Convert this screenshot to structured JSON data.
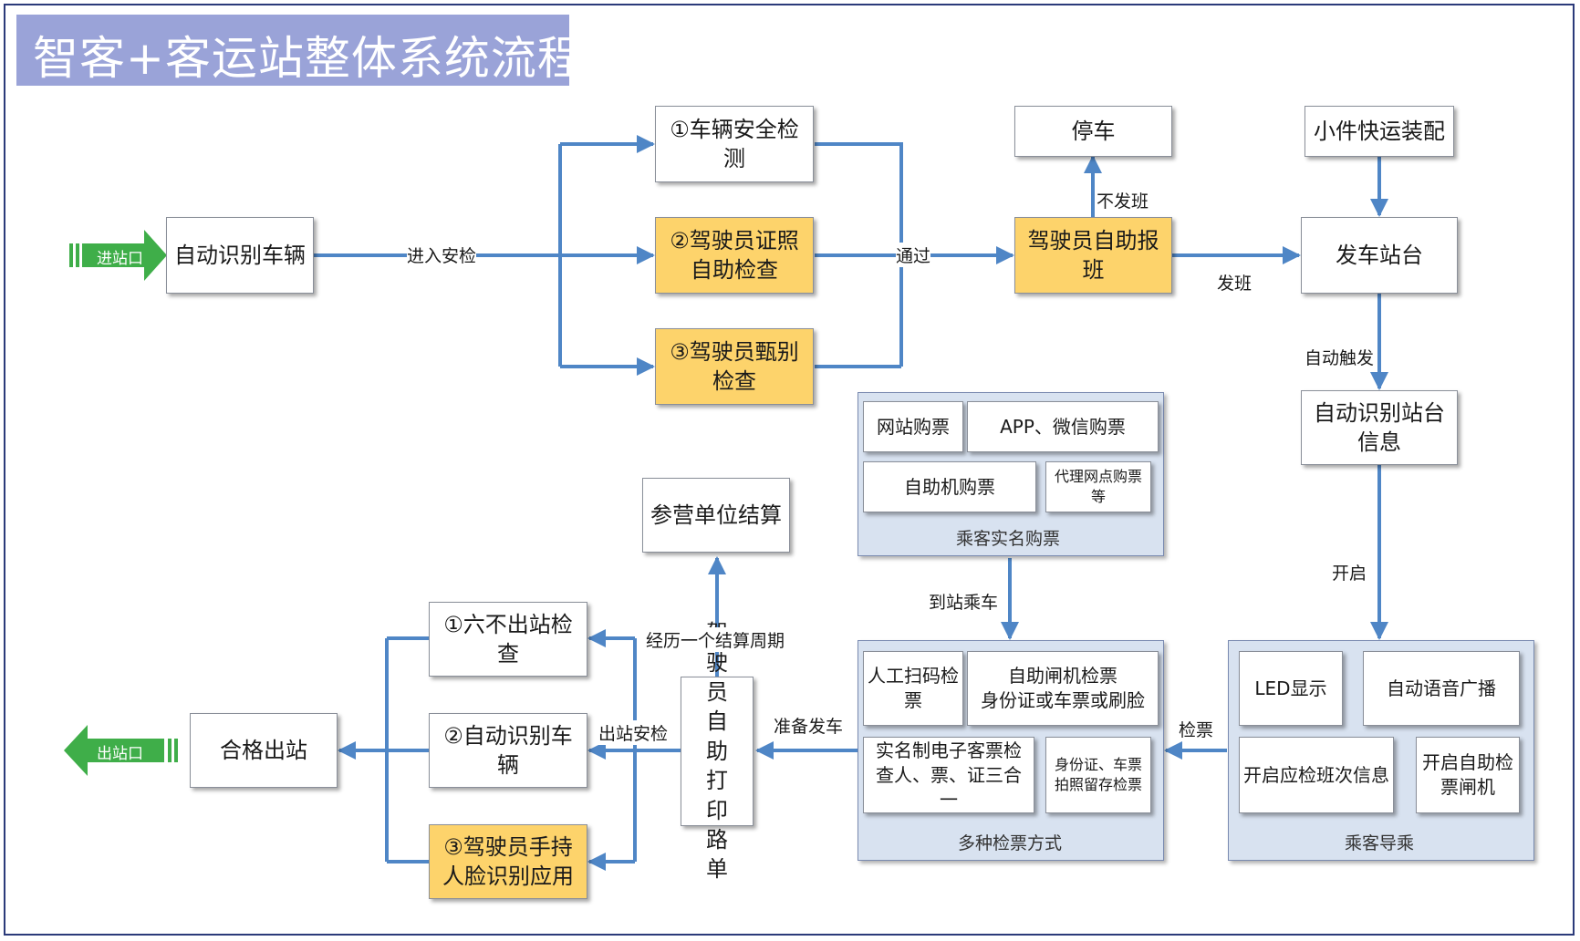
{
  "title": "智客+客运站整体系统流程",
  "nodes": {
    "entrance": "进站口",
    "exit": "出站口",
    "auto_identify_vehicle": "自动识别车辆",
    "vehicle_safety_check": "①车辆安全检测",
    "driver_license_check": "②驾驶员证照自助检查",
    "driver_screening_check": "③驾驶员甄别检查",
    "driver_self_report": "驾驶员自助报班",
    "stop": "停车",
    "parcel_loading": "小件快运装配",
    "departure_platform": "发车站台",
    "auto_identify_platform": "自动识别站台信息",
    "settlement": "参营单位结算",
    "six_no_exit_check": "①六不出站检查",
    "auto_identify_vehicle_2": "②自动识别车辆",
    "driver_face_app": "③驾驶员手持人脸识别应用",
    "qualified_exit": "合格出站",
    "self_print_waybill": "驾驶员自助打印路单"
  },
  "groups": {
    "ticket_purchase": {
      "label": "乘客实名购票",
      "items": [
        "网站购票",
        "APP、微信购票",
        "自助机购票",
        "代理网点购票等"
      ]
    },
    "ticket_check": {
      "label": "多种检票方式",
      "items": [
        "人工扫码检票",
        "自助闸机检票\n身份证或车票或刷脸",
        "实名制电子客票检查人、票、证三合一",
        "身份证、车票拍照留存检票"
      ]
    },
    "passenger_guide": {
      "label": "乘客导乘",
      "items": [
        "LED显示",
        "自动语音广播",
        "开启应检班次信息",
        "开启自助检票闸机"
      ]
    }
  },
  "edge_labels": {
    "enter_security": "进入安检",
    "pass": "通过",
    "no_departure": "不发班",
    "depart": "发班",
    "auto_trigger": "自动触发",
    "open": "开启",
    "to_station": "到站乘车",
    "check_ticket": "检票",
    "ready_depart": "准备发车",
    "exit_security": "出站安检",
    "settlement_cycle": "经历一个结算周期"
  },
  "colors": {
    "arrow": "#4f86c6",
    "highlight": "#fdd36b",
    "group_fill": "#d8e2f0",
    "title_fill": "#9aa3d8",
    "gate_green": "#3fae49"
  }
}
